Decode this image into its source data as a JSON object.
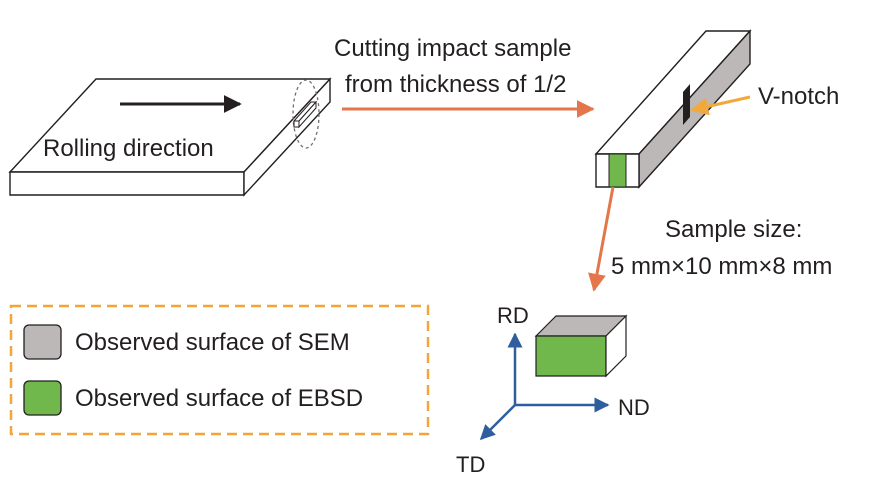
{
  "labels": {
    "rolling_direction": "Rolling direction",
    "cutting_line1": "Cutting impact sample",
    "cutting_line2": "from thickness of 1/2",
    "v_notch": "V-notch",
    "sample_size_title": "Sample size:",
    "sample_size_value": "5 mm×10 mm×8 mm"
  },
  "legend": {
    "items": [
      {
        "label": "Observed surface of SEM",
        "color": "#bcb8b8"
      },
      {
        "label": "Observed surface of EBSD",
        "color": "#70b84c"
      }
    ]
  },
  "axes": {
    "rd": "RD",
    "nd": "ND",
    "td": "TD"
  },
  "colors": {
    "arrow_orange": "#e3764a",
    "arrow_yellow": "#f2a93b",
    "legend_border": "#f0a63a",
    "axis_blue": "#2e5e9e",
    "sem_gray": "#bcb8b8",
    "ebsd_green": "#70b84c",
    "outline": "#231f20"
  }
}
